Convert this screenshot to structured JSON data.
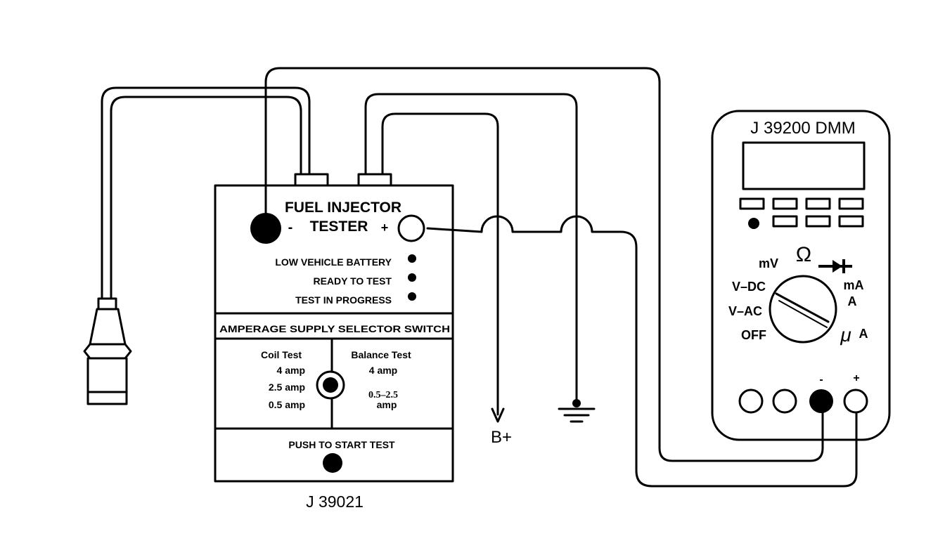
{
  "tester": {
    "title_line1": "FUEL INJECTOR",
    "title_line2": "TESTER",
    "minus": "-",
    "plus": "+",
    "indicators": [
      "LOW VEHICLE BATTERY",
      "READY TO TEST",
      "TEST IN PROGRESS"
    ],
    "selector_title": "AMPERAGE SUPPLY SELECTOR SWITCH",
    "coil_test": {
      "heading": "Coil Test",
      "values": [
        "4 amp",
        "2.5 amp",
        "0.5 amp"
      ]
    },
    "balance_test": {
      "heading": "Balance Test",
      "value1": "4 amp",
      "value2_line1": "0.5–2.5",
      "value2_line2": "amp"
    },
    "push_label": "PUSH TO START TEST",
    "part_number": "J 39021"
  },
  "power": {
    "label": "B+"
  },
  "dmm": {
    "title": "J 39200 DMM",
    "dial": {
      "mv": "mV",
      "ohm": "Ω",
      "vdc": "V–DC",
      "vac": "V–AC",
      "off": "OFF",
      "ma": "mA",
      "a": "A",
      "mu": "μ",
      "ua": "A"
    },
    "minus": "-",
    "plus": "+"
  }
}
